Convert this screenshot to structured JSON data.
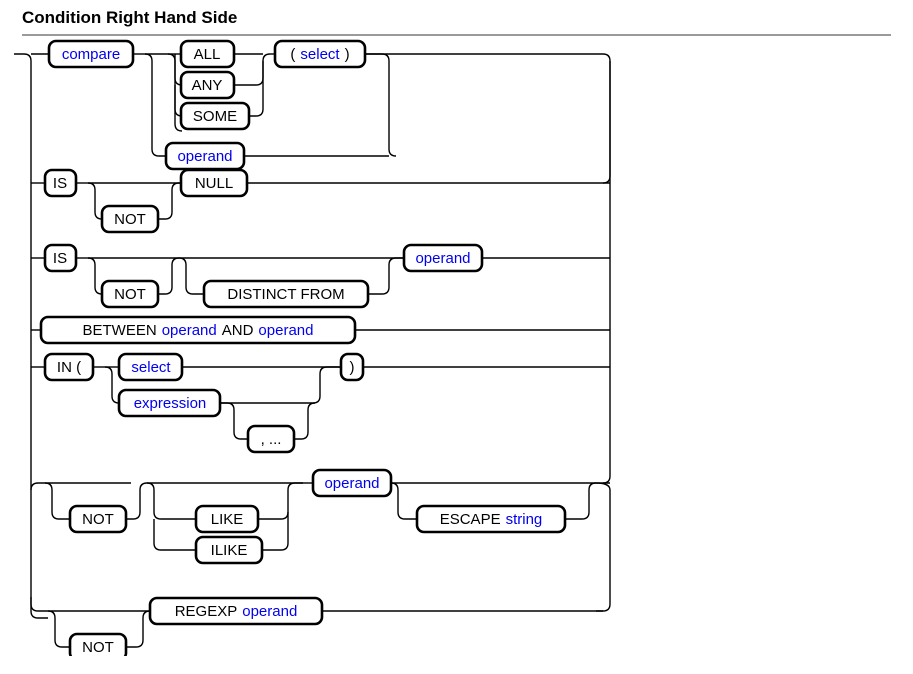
{
  "page": {
    "title": "Condition Right Hand Side",
    "type": "railroad-syntax-diagram",
    "colors": {
      "terminal_text": "#000000",
      "nonterminal_text": "#0000ee",
      "line": "#000000",
      "box_fill": "#ffffff",
      "rule": "#9a9a9a",
      "background": "#ffffff"
    }
  },
  "diagram": {
    "nodes": {
      "compare": {
        "label": "compare",
        "kind": "nonterminal"
      },
      "all": {
        "label": "ALL",
        "kind": "terminal"
      },
      "any": {
        "label": "ANY",
        "kind": "terminal"
      },
      "some": {
        "label": "SOME",
        "kind": "terminal"
      },
      "select_paren": {
        "label_open": "(",
        "label_mid": "select",
        "label_close": ")",
        "kind": "mixed"
      },
      "operand1": {
        "label": "operand",
        "kind": "nonterminal"
      },
      "is1": {
        "label": "IS",
        "kind": "terminal"
      },
      "not1": {
        "label": "NOT",
        "kind": "terminal"
      },
      "null": {
        "label": "NULL",
        "kind": "terminal"
      },
      "is2": {
        "label": "IS",
        "kind": "terminal"
      },
      "not2": {
        "label": "NOT",
        "kind": "terminal"
      },
      "distinct_from": {
        "label": "DISTINCT FROM",
        "kind": "terminal"
      },
      "operand2": {
        "label": "operand",
        "kind": "nonterminal"
      },
      "between": {
        "label_a": "BETWEEN",
        "label_b": "operand",
        "label_c": "AND",
        "label_d": "operand",
        "kind": "mixed"
      },
      "in_open": {
        "label": "IN (",
        "kind": "terminal"
      },
      "select": {
        "label": "select",
        "kind": "nonterminal"
      },
      "expression": {
        "label": "expression",
        "kind": "nonterminal"
      },
      "comma": {
        "label": ", ...",
        "kind": "terminal"
      },
      "paren_close": {
        "label": ")",
        "kind": "terminal"
      },
      "not3": {
        "label": "NOT",
        "kind": "terminal"
      },
      "like": {
        "label": "LIKE",
        "kind": "terminal"
      },
      "ilike": {
        "label": "ILIKE",
        "kind": "terminal"
      },
      "operand3": {
        "label": "operand",
        "kind": "nonterminal"
      },
      "escape": {
        "label_a": "ESCAPE",
        "label_b": "string",
        "kind": "mixed"
      },
      "regexp": {
        "label_a": "REGEXP",
        "label_b": "operand",
        "kind": "mixed"
      },
      "not4": {
        "label": "NOT",
        "kind": "terminal"
      }
    },
    "alternatives": [
      "compare { ALL | ANY | SOME } ( select ) | compare operand",
      "IS [ NOT ] NULL",
      "IS [ NOT ] [ DISTINCT FROM ] operand",
      "BETWEEN operand AND operand",
      "IN ( { select | expression { , ... } } )",
      "[ NOT ] { LIKE | ILIKE } operand [ ESCAPE string ]",
      "[ NOT ] REGEXP operand"
    ]
  }
}
